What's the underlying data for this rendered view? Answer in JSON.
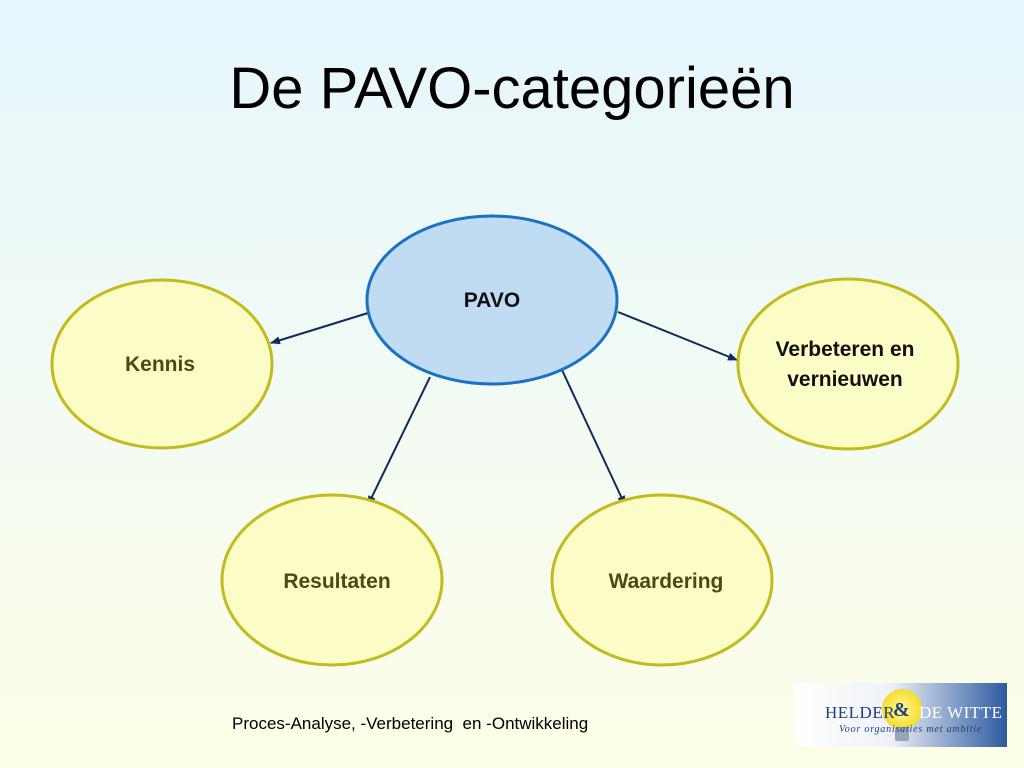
{
  "slide": {
    "title": "De PAVO-categorieën",
    "footer": "Proces-Analyse, -Verbetering  en -Ontwikkeling"
  },
  "diagram": {
    "center": {
      "label": "PAVO",
      "fill": "#bfdcf2",
      "stroke": "#1a72c0"
    },
    "nodes": [
      {
        "id": "kennis",
        "lines": [
          "Kennis"
        ]
      },
      {
        "id": "verbeteren",
        "lines": [
          "Verbeteren en",
          "vernieuwen"
        ]
      },
      {
        "id": "resultaten",
        "lines": [
          "Resultaten"
        ]
      },
      {
        "id": "waardering",
        "lines": [
          "Waardering"
        ]
      }
    ],
    "node_fill": "#fbfcc6",
    "node_stroke": "#c3ba1e",
    "node_text_color": "#4a4a16",
    "arrow_color": "#102a5e"
  },
  "logo": {
    "name_left": "HELDER",
    "ampersand": "&",
    "name_right": "DE WITTE",
    "tagline": "Voor organisaties met ambitie"
  }
}
